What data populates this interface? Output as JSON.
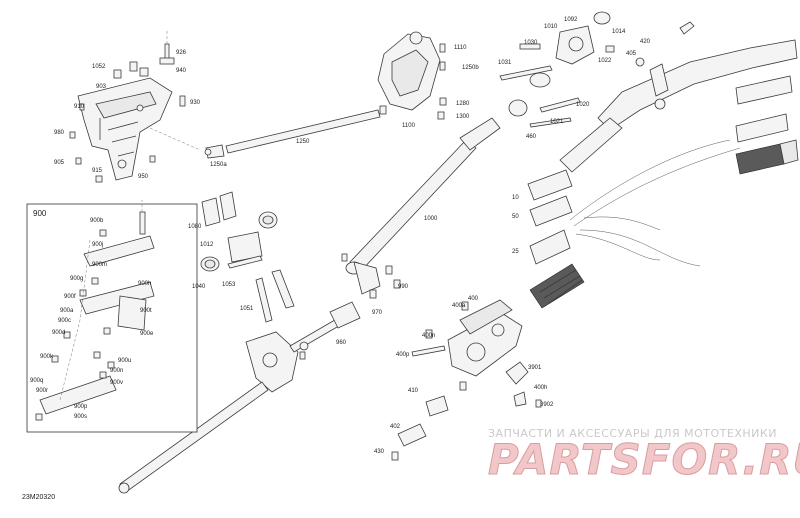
{
  "diagram": {
    "code": "23M20320",
    "inset_title": "900",
    "labels": [
      "926",
      "1052",
      "903",
      "940",
      "930",
      "910",
      "980",
      "905",
      "915",
      "950",
      "1250a",
      "1250",
      "1110",
      "1250b",
      "1280",
      "1300",
      "1100",
      "1092",
      "1010",
      "1030",
      "1014",
      "1031",
      "1022",
      "420",
      "405",
      "1020",
      "460",
      "1021",
      "1080",
      "1012",
      "1053",
      "1040",
      "1051",
      "960",
      "970",
      "990",
      "1000",
      "10",
      "50",
      "25",
      "400",
      "400a",
      "400n",
      "400p",
      "410",
      "3901",
      "400h",
      "3902",
      "402",
      "430",
      "900a",
      "900b",
      "900c",
      "900d",
      "900e",
      "900f",
      "900g",
      "900h",
      "900j",
      "900k",
      "900m",
      "900n",
      "900p",
      "900q",
      "900r",
      "900s",
      "900t",
      "900u",
      "900v"
    ]
  },
  "watermark": {
    "tagline": "ЗАПЧАСТИ И АКСЕССУАРЫ ДЛЯ МОТОТЕХНИКИ",
    "logo": "PARTSFOR.RU"
  }
}
